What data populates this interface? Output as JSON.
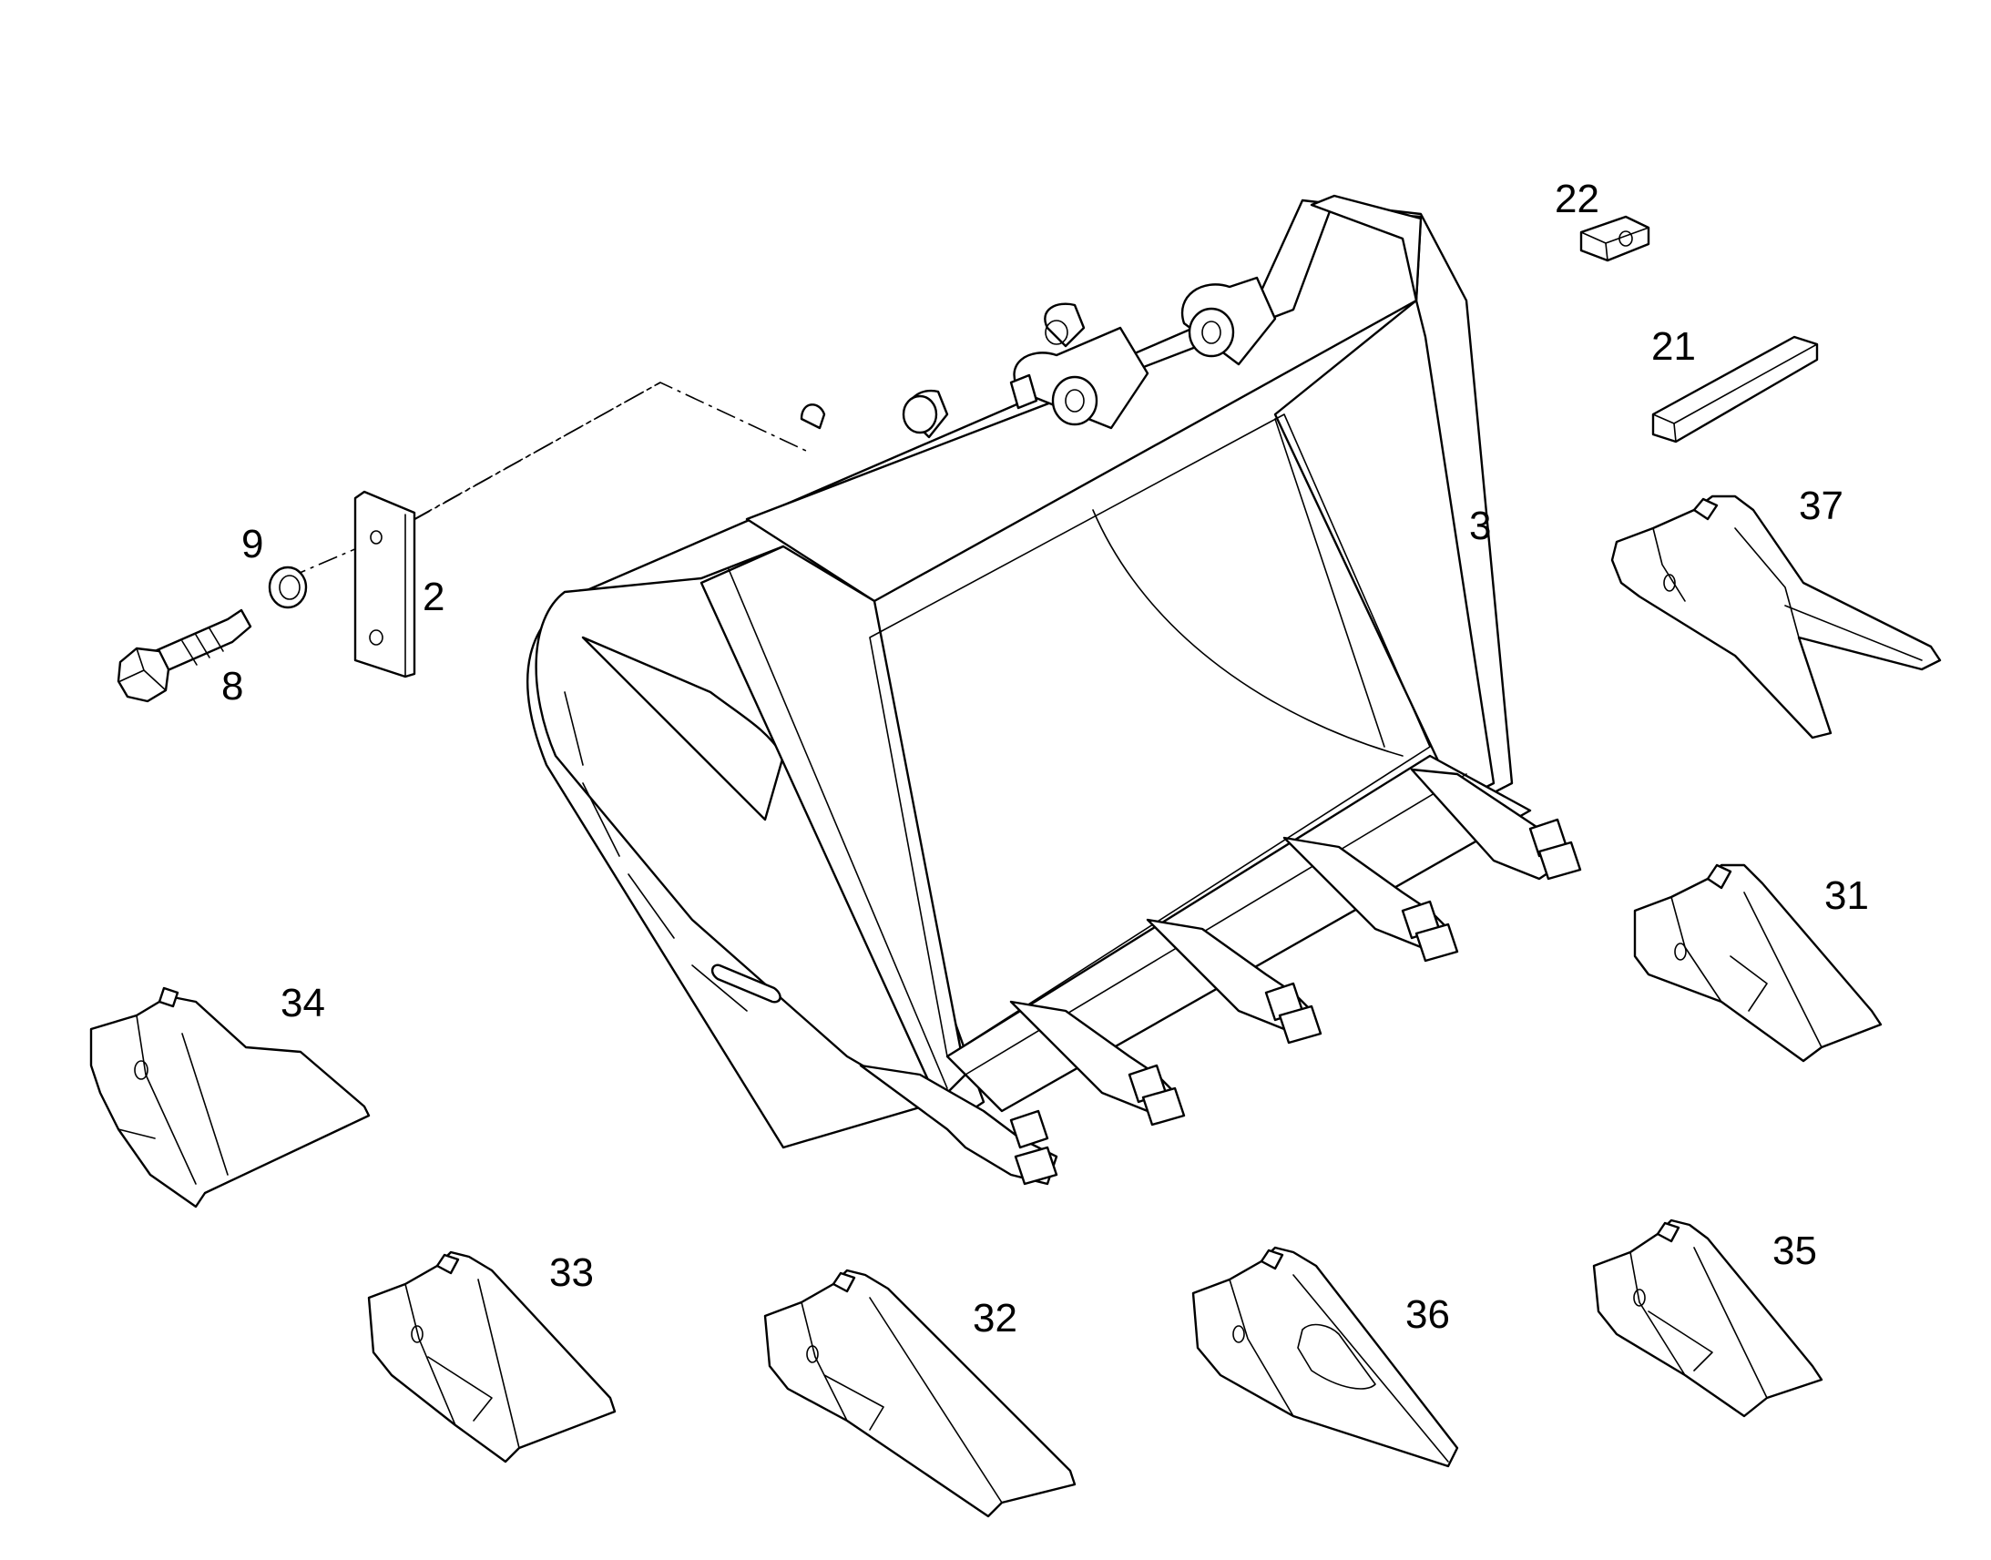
{
  "diagram": {
    "callouts": [
      {
        "id": "c2",
        "label": "2"
      },
      {
        "id": "c3",
        "label": "3"
      },
      {
        "id": "c8",
        "label": "8"
      },
      {
        "id": "c9",
        "label": "9"
      },
      {
        "id": "c21",
        "label": "21"
      },
      {
        "id": "c22",
        "label": "22"
      },
      {
        "id": "c31",
        "label": "31"
      },
      {
        "id": "c32",
        "label": "32"
      },
      {
        "id": "c33",
        "label": "33"
      },
      {
        "id": "c34",
        "label": "34"
      },
      {
        "id": "c35",
        "label": "35"
      },
      {
        "id": "c36",
        "label": "36"
      },
      {
        "id": "c37",
        "label": "37"
      }
    ]
  }
}
